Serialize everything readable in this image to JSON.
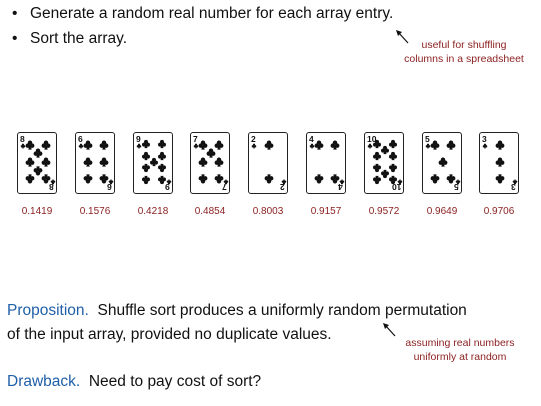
{
  "bullets": [
    "Generate a random real number for each array entry.",
    "Sort the array."
  ],
  "bullet_glyph": "•",
  "annotation_top": {
    "line1": "useful for shuffling",
    "line2": "columns in a spreadsheet"
  },
  "cards": [
    {
      "rank": "8",
      "pips": 8,
      "value": "0.1419"
    },
    {
      "rank": "6",
      "pips": 6,
      "value": "0.1576"
    },
    {
      "rank": "9",
      "pips": 9,
      "value": "0.4218"
    },
    {
      "rank": "7",
      "pips": 7,
      "value": "0.4854"
    },
    {
      "rank": "2",
      "pips": 2,
      "value": "0.8003"
    },
    {
      "rank": "4",
      "pips": 4,
      "value": "0.9157"
    },
    {
      "rank": "10",
      "pips": 10,
      "value": "0.9572"
    },
    {
      "rank": "5",
      "pips": 5,
      "value": "0.9649"
    },
    {
      "rank": "3",
      "pips": 3,
      "value": "0.9706"
    }
  ],
  "suit": "clubs-icon",
  "proposition": {
    "keyword": "Proposition.",
    "line1_text": "Shuffle sort produces a uniformly random permutation",
    "line2_text": "of the input array, provided no duplicate values."
  },
  "annotation_bottom": {
    "line1": "assuming real numbers",
    "line2": "uniformly at random"
  },
  "drawback": {
    "keyword": "Drawback.",
    "text": "Need to pay cost of sort?"
  },
  "colors": {
    "keyword_blue": "#1f5fa8",
    "annotation_red": "#8a1e1e",
    "text": "#111111"
  }
}
